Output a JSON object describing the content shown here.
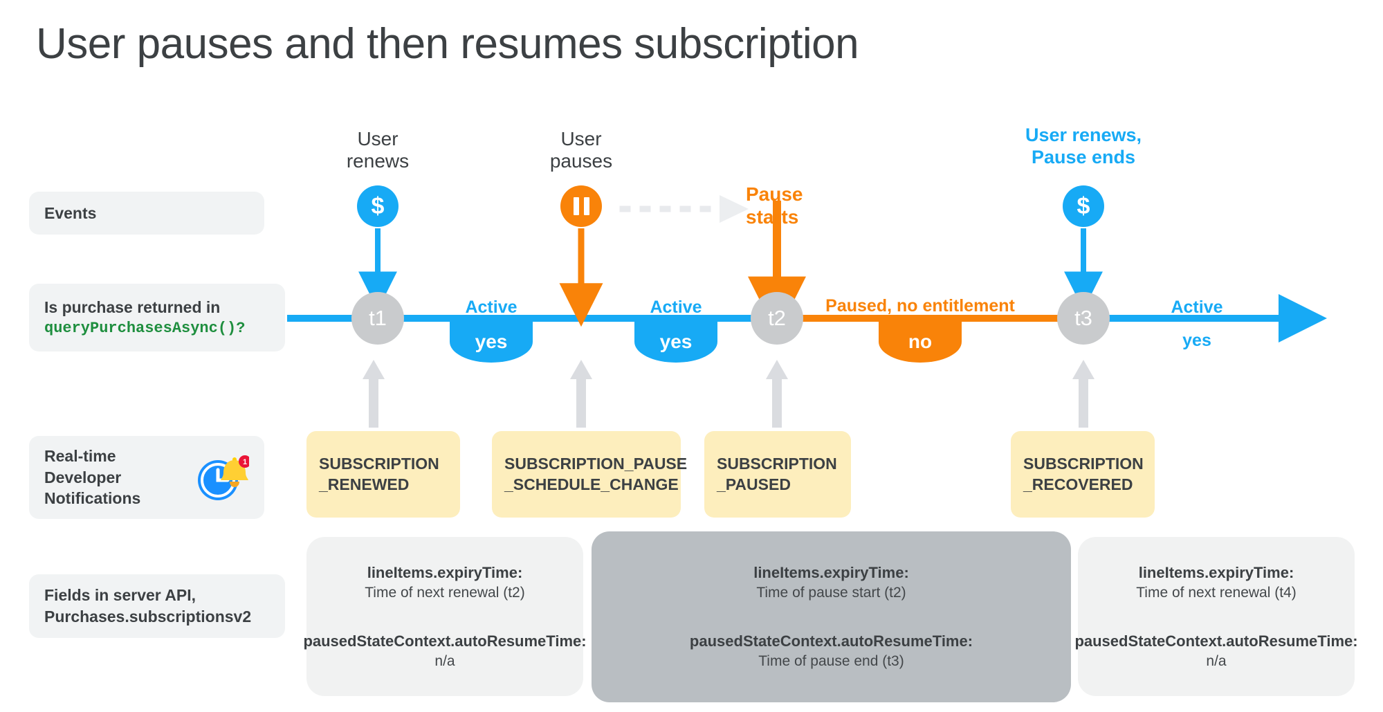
{
  "title": "User pauses and then resumes subscription",
  "row_labels": {
    "events": "Events",
    "query_line1": "Is purchase returned in",
    "query_code": "queryPurchasesAsync()?",
    "rtdn": "Real-time\nDeveloper\nNotifications",
    "rtdn_icon": "clock-bell-notification-icon",
    "rtdn_badge": "1",
    "fields": "Fields in server API,\nPurchases.subscriptionsv2"
  },
  "events": [
    {
      "caption": "User\nrenews",
      "icon": "dollar-icon",
      "glyph": "$",
      "color": "#17aaf5",
      "style": "plain"
    },
    {
      "caption": "User\npauses",
      "icon": "pause-icon",
      "glyph": "",
      "color": "#f98309",
      "style": "plain"
    },
    {
      "caption": "Pause\nstarts",
      "icon": "none",
      "glyph": "",
      "color": "#f98309",
      "style": "orange-bold"
    },
    {
      "caption": "User renews,\nPause ends",
      "icon": "dollar-icon",
      "glyph": "$",
      "color": "#17aaf5",
      "style": "blue-bold"
    }
  ],
  "timeline": {
    "nodes": [
      "t1",
      "t2",
      "t3"
    ],
    "segments": [
      {
        "state": "Active",
        "entitlement": "yes",
        "color": "#17aaf5"
      },
      {
        "state": "Active",
        "entitlement": "yes",
        "color": "#17aaf5"
      },
      {
        "state": "Paused, no entitlement",
        "entitlement": "no",
        "color": "#f98309"
      },
      {
        "state": "Active",
        "entitlement": "yes",
        "color": "#17aaf5"
      }
    ]
  },
  "notifications": [
    "SUBSCRIPTION\n_RENEWED",
    "SUBSCRIPTION_PAUSE\n_SCHEDULE_CHANGE",
    "SUBSCRIPTION\n_PAUSED",
    "SUBSCRIPTION\n_RECOVERED"
  ],
  "field_cards": [
    {
      "expiry_key": "lineItems.expiryTime:",
      "expiry_value": "Time of next renewal (t2)",
      "resume_key": "pausedStateContext.autoResumeTime:",
      "resume_value": "n/a"
    },
    {
      "expiry_key": "lineItems.expiryTime:",
      "expiry_value": "Time of pause start (t2)",
      "resume_key": "pausedStateContext.autoResumeTime:",
      "resume_value": "Time of pause end (t3)"
    },
    {
      "expiry_key": "lineItems.expiryTime:",
      "expiry_value": "Time of next renewal (t4)",
      "resume_key": "pausedStateContext.autoResumeTime:",
      "resume_value": "n/a"
    }
  ],
  "colors": {
    "blue": "#17aaf5",
    "orange": "#f98309",
    "gray_node": "#c9cbcd",
    "chip_gray": "#f1f3f4",
    "note_yellow": "#fdeebd",
    "card_light": "#f1f2f2",
    "card_dark": "#b9bec2",
    "code_green": "#1e8e3e",
    "text": "#3c4043"
  }
}
